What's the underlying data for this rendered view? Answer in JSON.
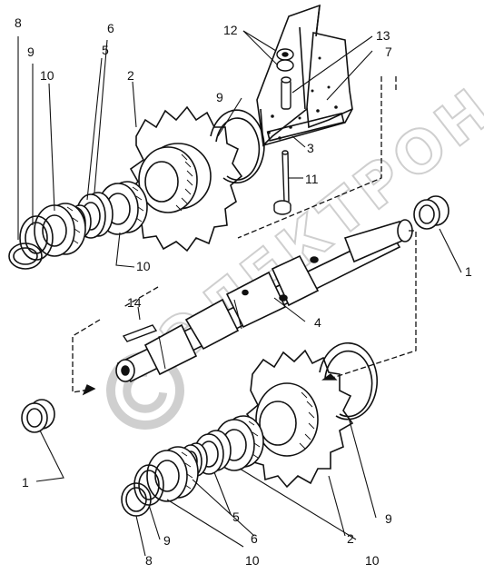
{
  "watermark": {
    "text": "ЭЛЕКТРОН",
    "symbol": "copyright-circle"
  },
  "corner_mark": "",
  "callouts": {
    "l1a": "1",
    "l1b": "1",
    "l2a": "2",
    "l2b": "2",
    "l3": "3",
    "l4": "4",
    "l5a": "5",
    "l5b": "5",
    "l6a": "6",
    "l6b": "6",
    "l7": "7",
    "l8a": "8",
    "l8b": "8",
    "l9a": "9",
    "l9b": "9",
    "l9c": "9",
    "l9d": "9",
    "l10a": "10",
    "l10b": "10",
    "l10c": "10",
    "l10d": "10",
    "l11": "11",
    "l12": "12",
    "l13": "13",
    "l14": "14"
  }
}
